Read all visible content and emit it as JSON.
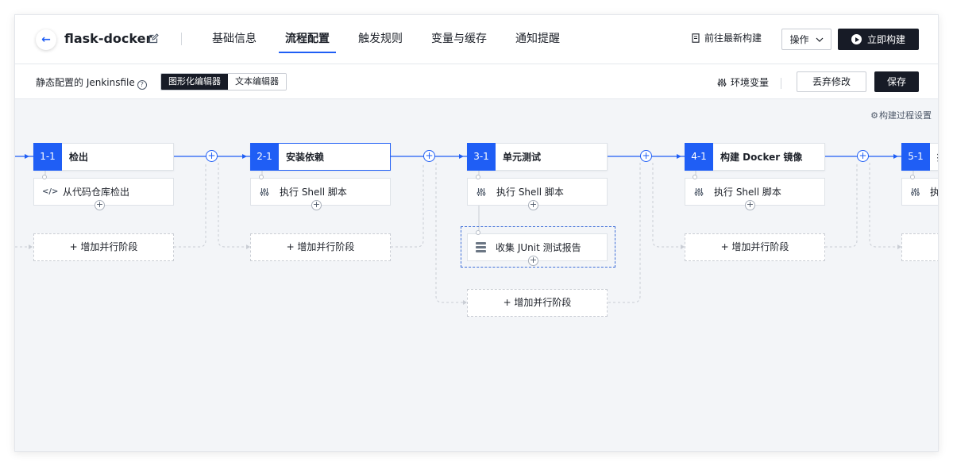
{
  "header": {
    "project_name": "flask-docker",
    "tabs": [
      {
        "label": "基础信息",
        "active": false
      },
      {
        "label": "流程配置",
        "active": true
      },
      {
        "label": "触发规则",
        "active": false
      },
      {
        "label": "变量与缓存",
        "active": false
      },
      {
        "label": "通知提醒",
        "active": false
      }
    ],
    "latest_build_link": "前往最新构建",
    "operations_label": "操作",
    "build_now_label": "立即构建"
  },
  "toolbar": {
    "static_config_label": "静态配置的 Jenkinsfile",
    "editor_modes": [
      "图形化编辑器",
      "文本编辑器"
    ],
    "active_editor_mode": "图形化编辑器",
    "env_vars_label": "环境变量",
    "discard_label": "丢弃修改",
    "save_label": "保存"
  },
  "canvas": {
    "settings_link": "构建过程设置",
    "add_parallel_label": "+ 增加并行阶段",
    "stages": [
      {
        "num": "1-1",
        "title": "检出",
        "selected": false,
        "steps": [
          {
            "icon": "code-icon",
            "label": "从代码仓库检出"
          }
        ]
      },
      {
        "num": "2-1",
        "title": "安装依赖",
        "selected": true,
        "steps": [
          {
            "icon": "sliders-icon",
            "label": "执行 Shell 脚本"
          }
        ]
      },
      {
        "num": "3-1",
        "title": "单元测试",
        "selected": false,
        "steps": [
          {
            "icon": "sliders-icon",
            "label": "执行 Shell 脚本"
          },
          {
            "icon": "database-icon",
            "label": "收集 JUnit 测试报告"
          }
        ]
      },
      {
        "num": "4-1",
        "title": "构建 Docker 镜像",
        "selected": false,
        "steps": [
          {
            "icon": "sliders-icon",
            "label": "执行 Shell 脚本"
          }
        ]
      },
      {
        "num": "5-1",
        "title": "推",
        "selected": false,
        "steps": [
          {
            "icon": "sliders-icon",
            "label": "执"
          }
        ]
      }
    ]
  },
  "colors": {
    "accent": "#1f5ef5",
    "dark_button": "#171b26",
    "canvas_bg": "#f3f5f8"
  }
}
